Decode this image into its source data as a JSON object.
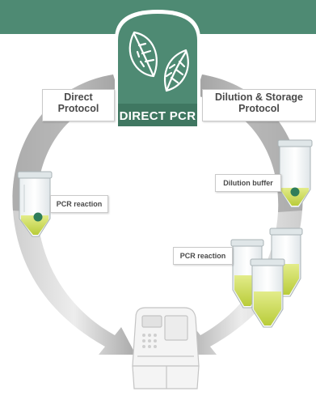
{
  "hub": {
    "title": "DIRECT PCR",
    "icon": "leaves-icon"
  },
  "protocols": {
    "direct": {
      "line1": "Direct",
      "line2": "Protocol"
    },
    "dilution": {
      "line1": "Dilution & Storage",
      "line2": "Protocol"
    }
  },
  "labels": {
    "pcr_reaction_left": "PCR reaction",
    "dilution_buffer": "Dilution buffer",
    "pcr_reaction_right": "PCR reaction"
  },
  "icons": [
    "leaves-icon",
    "tube-icon",
    "thermal-cycler-icon",
    "arrow-icon"
  ],
  "colors": {
    "brand_green": "#4e8a73",
    "tube_liquid": "#d6e36a",
    "sample_dot": "#2f7d5a",
    "arrow_gray": "#bdbdbd"
  }
}
